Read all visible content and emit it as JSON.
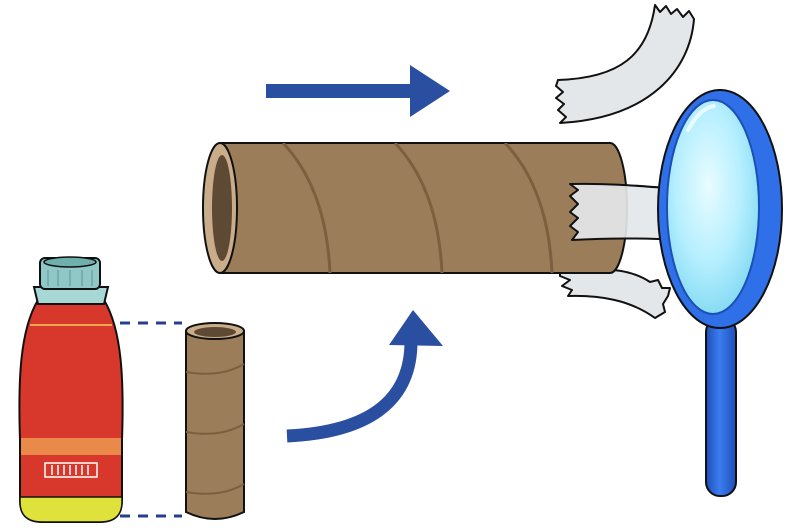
{
  "illustration": {
    "colors": {
      "background": "#ffffff",
      "arrow": "#2a4fa0",
      "tube_body": "#9c7d59",
      "tube_end": "#c9ad8a",
      "tube_inside": "#5e4a34",
      "tube_spiral": "#7d5f3f",
      "outline": "#111111",
      "tape": "#e4e7e9",
      "bottle_body": "#d8382c",
      "bottle_label_band": "#e98a4a",
      "bottle_base": "#dfe23a",
      "bottle_cap": "#8fc8c6",
      "magnifier_frame": "#2f6fe8",
      "magnifier_lens_light": "#e8fcff",
      "magnifier_lens": "#8fe1f6",
      "guide_dash": "#243f8c"
    },
    "objects": [
      "arrow-right-icon",
      "curved-arrow-up-icon",
      "large-cardboard-tube",
      "small-cardboard-tube",
      "plastic-bottle",
      "magnifying-glass-icon",
      "tape-strip"
    ]
  }
}
